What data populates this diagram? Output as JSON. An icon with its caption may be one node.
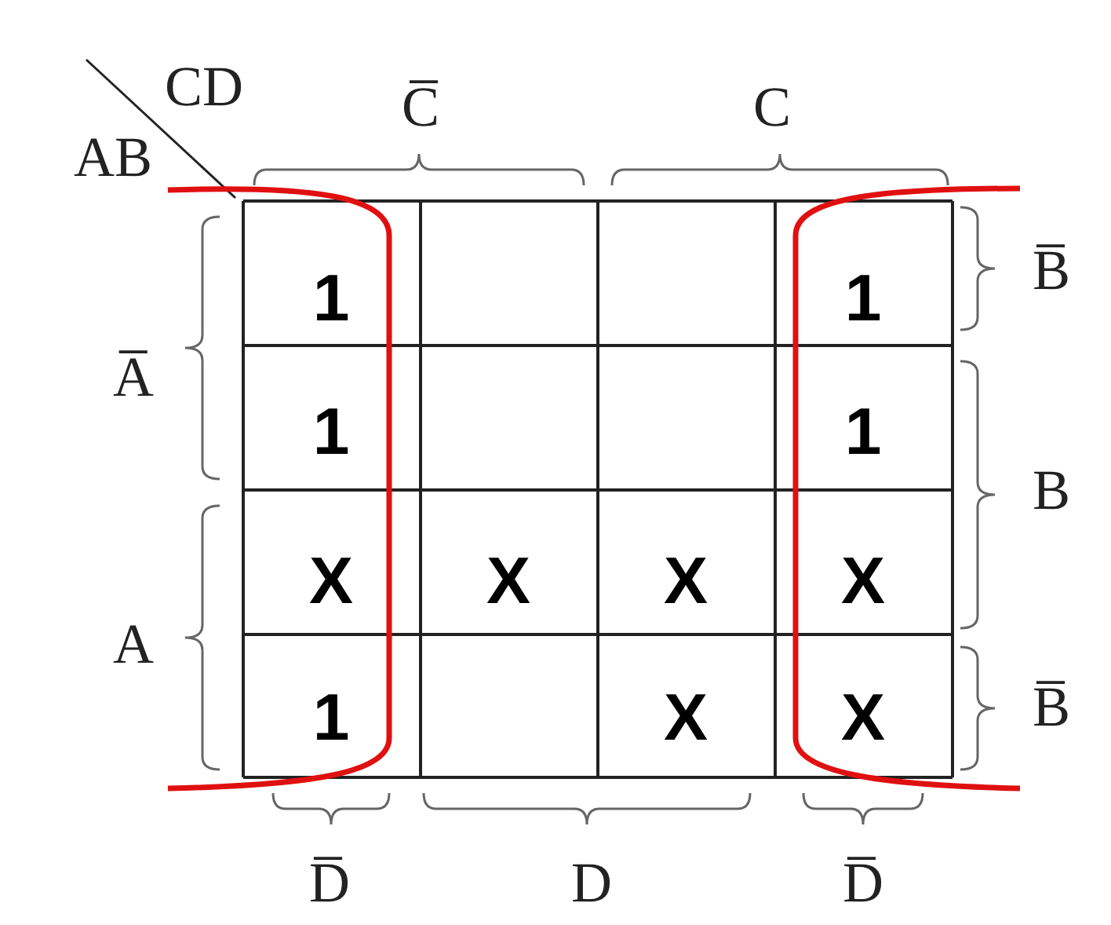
{
  "diagram": {
    "labels": [
      "CD",
      "C̅",
      "C",
      "AB",
      "A̅",
      "1",
      "1",
      "B̅",
      "1",
      "1",
      "B",
      "A",
      "X",
      "X",
      "X",
      "X",
      "1",
      "X",
      "X",
      "B̅",
      "D̅",
      "D",
      "D̅"
    ]
  }
}
